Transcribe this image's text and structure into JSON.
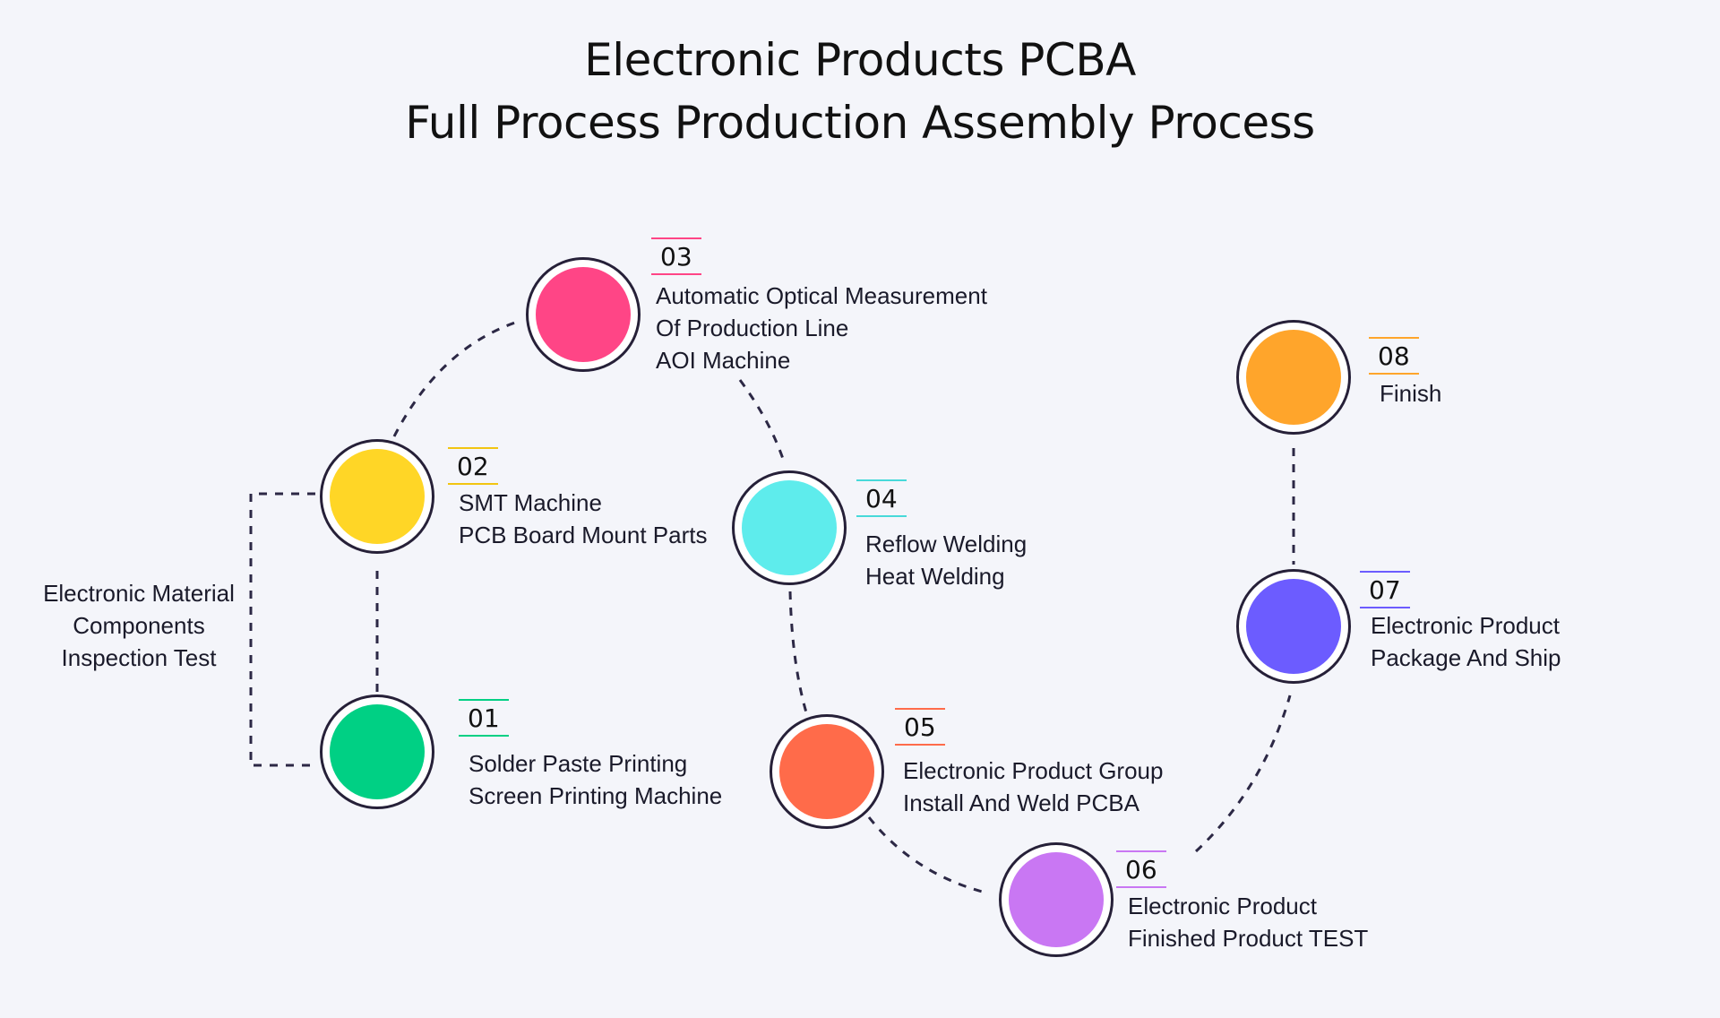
{
  "title_line1": "Electronic Products PCBA",
  "title_line2": "Full Process Production Assembly Process",
  "side_note": {
    "line1": "Electronic Material",
    "line2": "Components",
    "line3": "Inspection Test"
  },
  "steps": [
    {
      "num": "01",
      "line1": "Solder Paste Printing",
      "line2": "Screen Printing Machine",
      "color": "#00d084",
      "accent": "#00d084"
    },
    {
      "num": "02",
      "line1": "SMT Machine",
      "line2": "PCB Board Mount Parts",
      "color": "#ffd626",
      "accent": "#f2c511"
    },
    {
      "num": "03",
      "line1": "Automatic Optical Measurement",
      "line2": "Of Production Line",
      "line3": "AOI Machine",
      "color": "#ff4586",
      "accent": "#ff4586"
    },
    {
      "num": "04",
      "line1": "Reflow Welding",
      "line2": "Heat Welding",
      "color": "#5eecec",
      "accent": "#47d9d9"
    },
    {
      "num": "05",
      "line1": "Electronic Product Group",
      "line2": "Install And Weld PCBA",
      "color": "#ff6b4a",
      "accent": "#ff6b4a"
    },
    {
      "num": "06",
      "line1": "Electronic Product",
      "line2": "Finished Product TEST",
      "color": "#c977f3",
      "accent": "#c977f3"
    },
    {
      "num": "07",
      "line1": "Electronic Product",
      "line2": "Package And Ship",
      "color": "#6c5cff",
      "accent": "#6c5cff"
    },
    {
      "num": "08",
      "line1": "Finish",
      "color": "#ffa52b",
      "accent": "#ffa52b"
    }
  ]
}
